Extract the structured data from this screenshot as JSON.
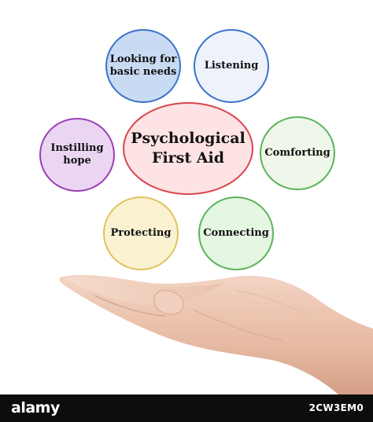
{
  "diagram": {
    "center": "Psychological\nFirst Aid",
    "items": [
      {
        "label": "Looking for\nbasic needs",
        "color": "#c9daf3"
      },
      {
        "label": "Listening",
        "color": "#eef3fb"
      },
      {
        "label": "Comforting",
        "color": "#eef7ea"
      },
      {
        "label": "Instilling\nhope",
        "color": "#ead6f3"
      },
      {
        "label": "Protecting",
        "color": "#fbf2d2"
      },
      {
        "label": "Connecting",
        "color": "#e5f6e3"
      }
    ]
  },
  "footer": {
    "brand": "alamy",
    "image_id": "2CW3EM0"
  }
}
